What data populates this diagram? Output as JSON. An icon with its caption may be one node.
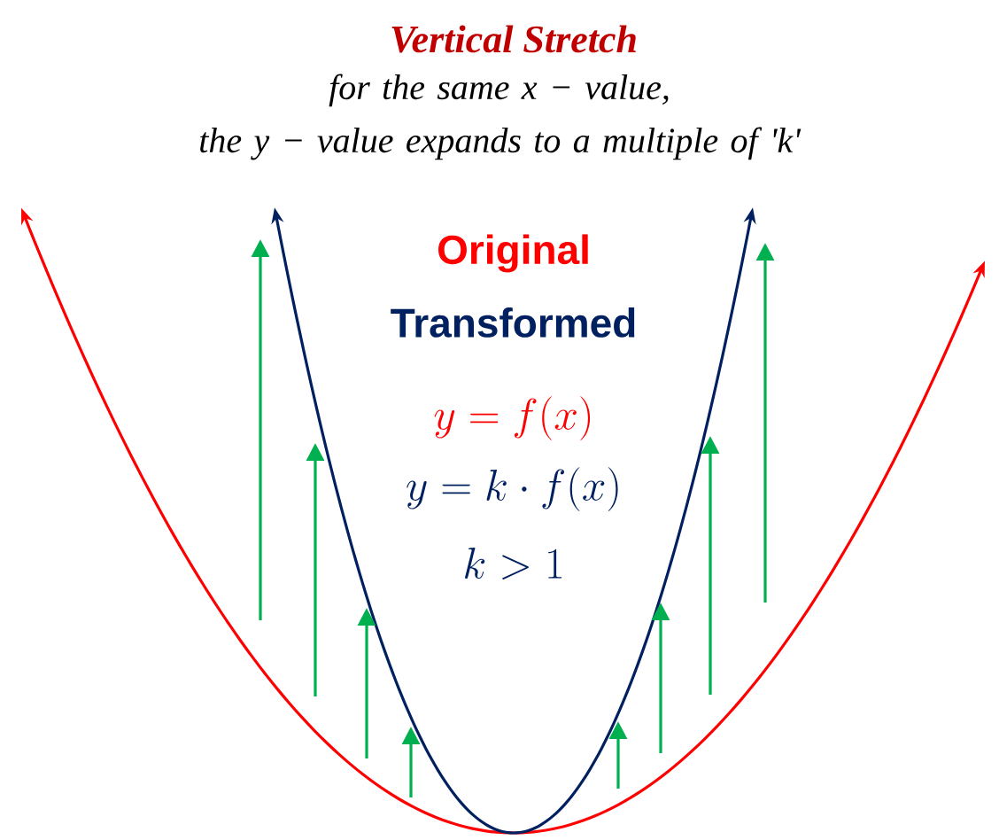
{
  "diagram": {
    "title": "Vertical Stretch",
    "caption": "for the same x − value, the y − value expands to a multiple of 'k'",
    "labels": [
      "y = f(x)",
      "y = k \\cdot f(x)",
      "k > 1"
    ],
    "legend": [
      {
        "text": "Original",
        "color": "#ff0000"
      },
      {
        "text": "Transformed",
        "color": "#002060"
      }
    ]
  }
}
